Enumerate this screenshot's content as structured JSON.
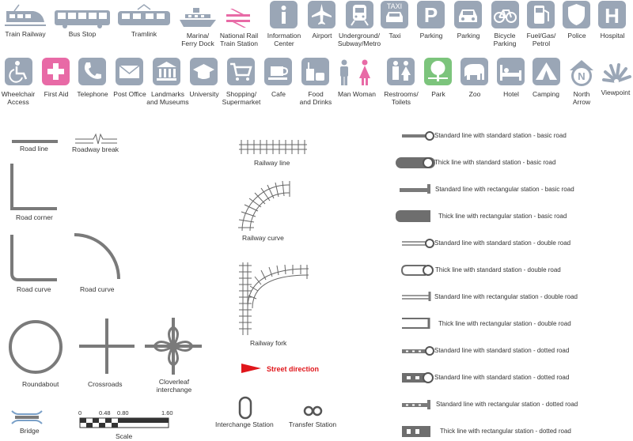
{
  "icons_row1": [
    {
      "id": "train-railway",
      "label": "Train Railway"
    },
    {
      "id": "bus-stop",
      "label": "Bus Stop"
    },
    {
      "id": "tramlink",
      "label": "Tramlink"
    },
    {
      "id": "marina",
      "label": "Marina/\nFerry Dock"
    },
    {
      "id": "national-rail",
      "label": "National Rail\nTrain Station"
    },
    {
      "id": "information-center",
      "label": "Information\nCenter"
    },
    {
      "id": "airport",
      "label": "Airport"
    },
    {
      "id": "underground",
      "label": "Underground/\nSubway/Metro"
    },
    {
      "id": "taxi",
      "label": "Taxi",
      "badge": "TAXI"
    },
    {
      "id": "parking-p",
      "label": "Parking",
      "badge": "P"
    },
    {
      "id": "parking-car",
      "label": "Parking"
    },
    {
      "id": "bicycle-parking",
      "label": "Bicycle\nParking"
    },
    {
      "id": "fuel",
      "label": "Fuel/Gas/\nPetrol"
    },
    {
      "id": "police",
      "label": "Police"
    },
    {
      "id": "hospital",
      "label": "Hospital",
      "badge": "H"
    }
  ],
  "icons_row2": [
    {
      "id": "wheelchair",
      "label": "Wheelchair\nAccess"
    },
    {
      "id": "first-aid",
      "label": "First Aid"
    },
    {
      "id": "telephone",
      "label": "Telephone"
    },
    {
      "id": "post-office",
      "label": "Post Office"
    },
    {
      "id": "landmarks",
      "label": "Landmarks\nand Museums"
    },
    {
      "id": "university",
      "label": "University"
    },
    {
      "id": "shopping",
      "label": "Shopping/\nSupermarket"
    },
    {
      "id": "cafe",
      "label": "Cafe"
    },
    {
      "id": "food-drinks",
      "label": "Food\nand Drinks"
    },
    {
      "id": "man-woman",
      "label": "Man Woman"
    },
    {
      "id": "restrooms",
      "label": "Restrooms/\nToilets"
    },
    {
      "id": "park",
      "label": "Park"
    },
    {
      "id": "zoo",
      "label": "Zoo"
    },
    {
      "id": "hotel",
      "label": "Hotel"
    },
    {
      "id": "camping",
      "label": "Camping"
    },
    {
      "id": "north-arrow",
      "label": "North\nArrow",
      "badge": "N"
    },
    {
      "id": "viewpoint",
      "label": "Viewpoint"
    }
  ],
  "shapes": {
    "road_line": "Road line",
    "roadway_break": "Roadway break",
    "road_corner": "Road corner",
    "road_curve_1": "Road curve",
    "road_curve_2": "Road curve",
    "roundabout": "Roundabout",
    "crossroads": "Crossroads",
    "cloverleaf": "Cloverleaf\ninterchange",
    "bridge": "Bridge",
    "scale": "Scale",
    "scale_ticks": [
      "0",
      "0.48",
      "0.80",
      "1.60"
    ],
    "railway_line": "Railway line",
    "railway_curve": "Railway curve",
    "railway_fork": "Railway fork",
    "street_direction": "Street direction",
    "interchange_station": "Interchange Station",
    "transfer_station": "Transfer Station"
  },
  "lines": [
    "Standard line with standard station - basic road",
    "Thick line with standard station - basic road",
    "Standard line with rectangular station - basic road",
    "Thick line with rectangular station - basic road",
    "Standard line with standard station - double road",
    "Thick line with standard station - double road",
    "Standard line with rectangular station - double road",
    "Thick line with rectangular station - double road",
    "Standard line with standard station - dotted road",
    "Standard line with standard station - dotted road",
    "Standard line with rectangular station - dotted road",
    "Thick line with rectangular station - dotted road"
  ],
  "colors": {
    "icon_gray": "#9aa6b6",
    "road_gray": "#7a7a7a",
    "pink": "#e86aa6",
    "green": "#7cc47c",
    "red": "#e0161b",
    "bridge_blue": "#7aa0c8"
  }
}
